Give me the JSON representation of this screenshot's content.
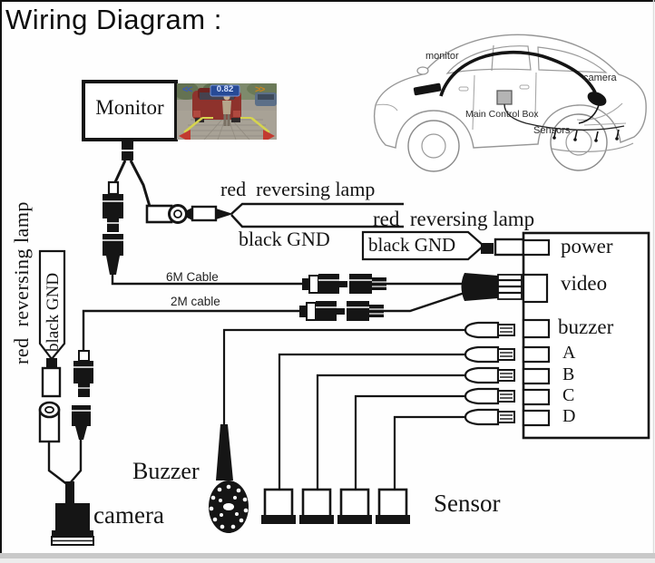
{
  "title": "Wiring Diagram :",
  "car": {
    "monitor_label": "monitor",
    "camera_label": "camera",
    "control_box_label": "Main Control Box",
    "sensors_label": "Sensors"
  },
  "monitor": {
    "label": "Monitor",
    "screen": {
      "distance_readout": "0.82",
      "left_chevrons": "<<",
      "right_chevrons": ">>"
    }
  },
  "labels": {
    "monitor_power_red": "red  reversing lamp",
    "monitor_power_black": "black GND",
    "box_power_red": "red  reversing lamp",
    "box_power_black": "black GND",
    "camera_power_red": "red  reversing lamp",
    "camera_power_black": "black GND",
    "cable_6m": "6M Cable",
    "cable_2m": "2M cable",
    "buzzer": "Buzzer",
    "camera": "camera",
    "sensor": "Sensor"
  },
  "control_box": {
    "ports": [
      "power",
      "video",
      "buzzer",
      "A",
      "B",
      "C",
      "D"
    ]
  },
  "colors": {
    "line": "#151515",
    "car_outline": "#969696",
    "screen_badge": "#274a96",
    "guide_yellow": "#d6d44e",
    "arrow_red": "#c23a30"
  }
}
